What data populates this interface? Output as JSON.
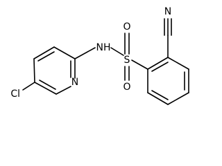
{
  "molecule": {
    "atoms": {
      "cl": "Cl",
      "n_pyridine": "N",
      "nh": "NH",
      "s": "S",
      "o_top": "O",
      "o_bottom": "O",
      "n_nitrile": "N"
    }
  },
  "colors": {
    "line": "#000000",
    "background": "#ffffff"
  }
}
